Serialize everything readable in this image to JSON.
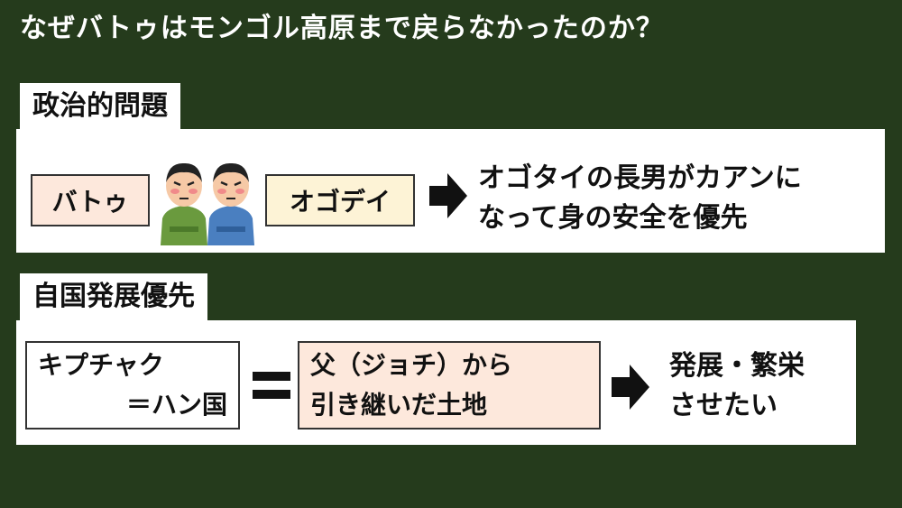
{
  "title": "なぜバトゥはモンゴル高原まで戻らなかったのか？",
  "section1": {
    "heading": "政治的問題",
    "box_left": "バトゥ",
    "box_right": "オゴデイ",
    "result_line1": "オゴタイの長男がカアンに",
    "result_line2": "なって身の安全を優先",
    "colors": {
      "box_fill": "#fde8dc",
      "box_fill_alt": "#fdf3d6"
    }
  },
  "section2": {
    "heading": "自国発展優先",
    "box_left_line1": "キプチャク",
    "box_left_line2": "＝ハン国",
    "box_mid_line1": "父（ジョチ）から",
    "box_mid_line2": "引き継いだ土地",
    "result_line1": "発展・繁栄",
    "result_line2": "させたい"
  },
  "colors": {
    "background": "#253b1c",
    "panel": "#ffffff"
  }
}
